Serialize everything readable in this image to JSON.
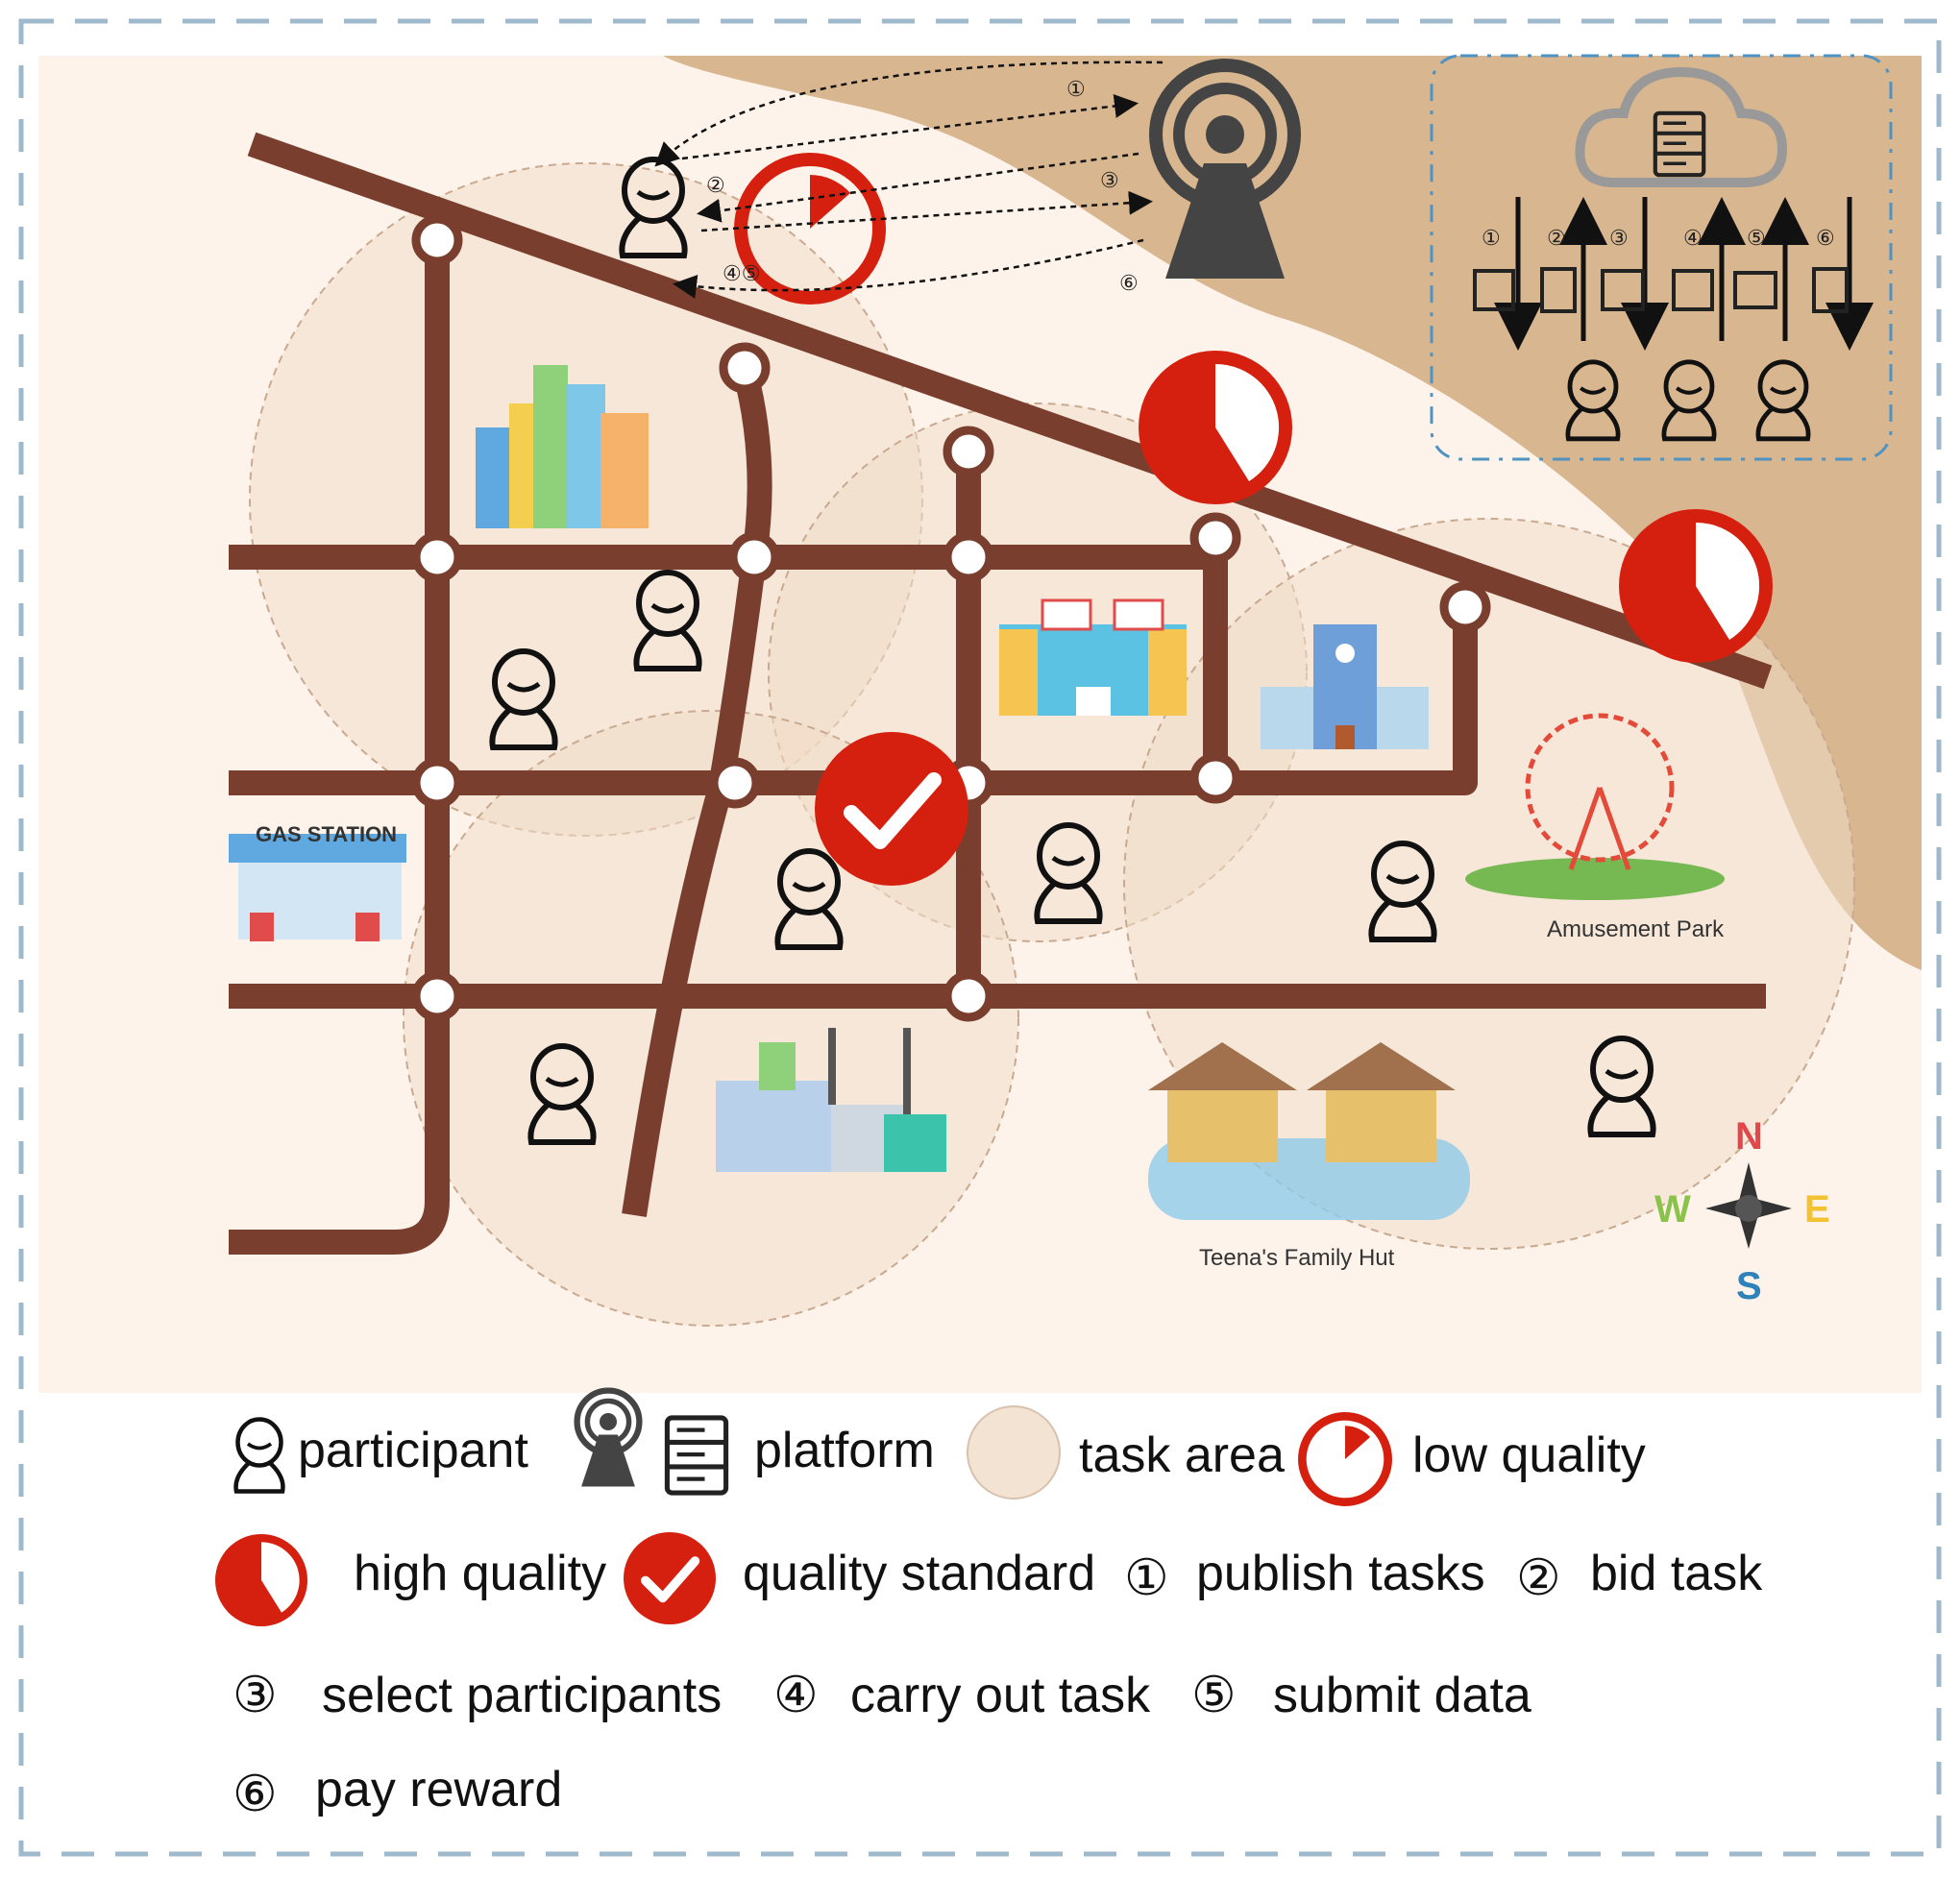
{
  "places": {
    "gas_station": "GAS STATION",
    "amusement_park": "Amusement Park",
    "family_hut": "Teena's Family Hut"
  },
  "flow_numbers": [
    "①",
    "②",
    "③",
    "④⑤",
    "⑥"
  ],
  "platform_steps": [
    "①",
    "②",
    "③",
    "④",
    "⑤",
    "⑥"
  ],
  "compass": {
    "n": "N",
    "e": "E",
    "s": "S",
    "w": "W"
  },
  "legend": {
    "participant": "participant",
    "platform": "platform",
    "task_area": "task area",
    "low_quality": "low quality",
    "high_quality": "high quality",
    "quality_standard": "quality standard",
    "step1_num": "①",
    "step1": "publish tasks",
    "step2_num": "②",
    "step2": "bid task",
    "step3_num": "③",
    "step3": "select participants",
    "step4_num": "④",
    "step4": "carry out task",
    "step5_num": "⑤",
    "step5": "submit data",
    "step6_num": "⑥",
    "step6": "pay reward"
  },
  "colors": {
    "map_bg": "#fdf3ea",
    "sand": "#d8b68f",
    "road": "#7a3e2e",
    "task_area": "#f0dcc9",
    "quality_red": "#d6200f",
    "frame": "#9fb9cc"
  }
}
